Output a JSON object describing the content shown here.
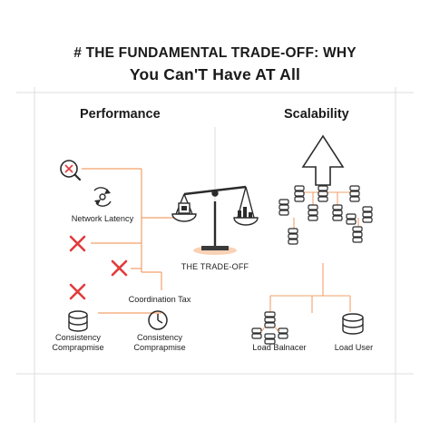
{
  "title": {
    "line1": "# THE FUNDAMENTAL TRADE-OFF: WHY",
    "line2": "You Can'T Have AT All"
  },
  "sections": {
    "left": "Performance",
    "right": "Scalability"
  },
  "labels": {
    "network_latency": "Network Latency",
    "trade_off": "THE TRADE-OFF",
    "coordination_tax": "Coordination Tax",
    "consistency_1": "Consistency\nComprapmise",
    "consistency_2": "Consistency\nComprapmise",
    "load_balancer": "Load Balnacer",
    "load_user": "Load User"
  },
  "colors": {
    "accent": "#f2a06b",
    "ink": "#2b2b2b",
    "cross": "#e23b3b",
    "guide": "#d9d9d9"
  },
  "icons": [
    "magnifier-x-icon",
    "refresh-cycle-icon",
    "cross-icon",
    "database-icon",
    "clock-icon",
    "balance-scale-icon",
    "up-arrow-icon",
    "server-stack-icon"
  ]
}
